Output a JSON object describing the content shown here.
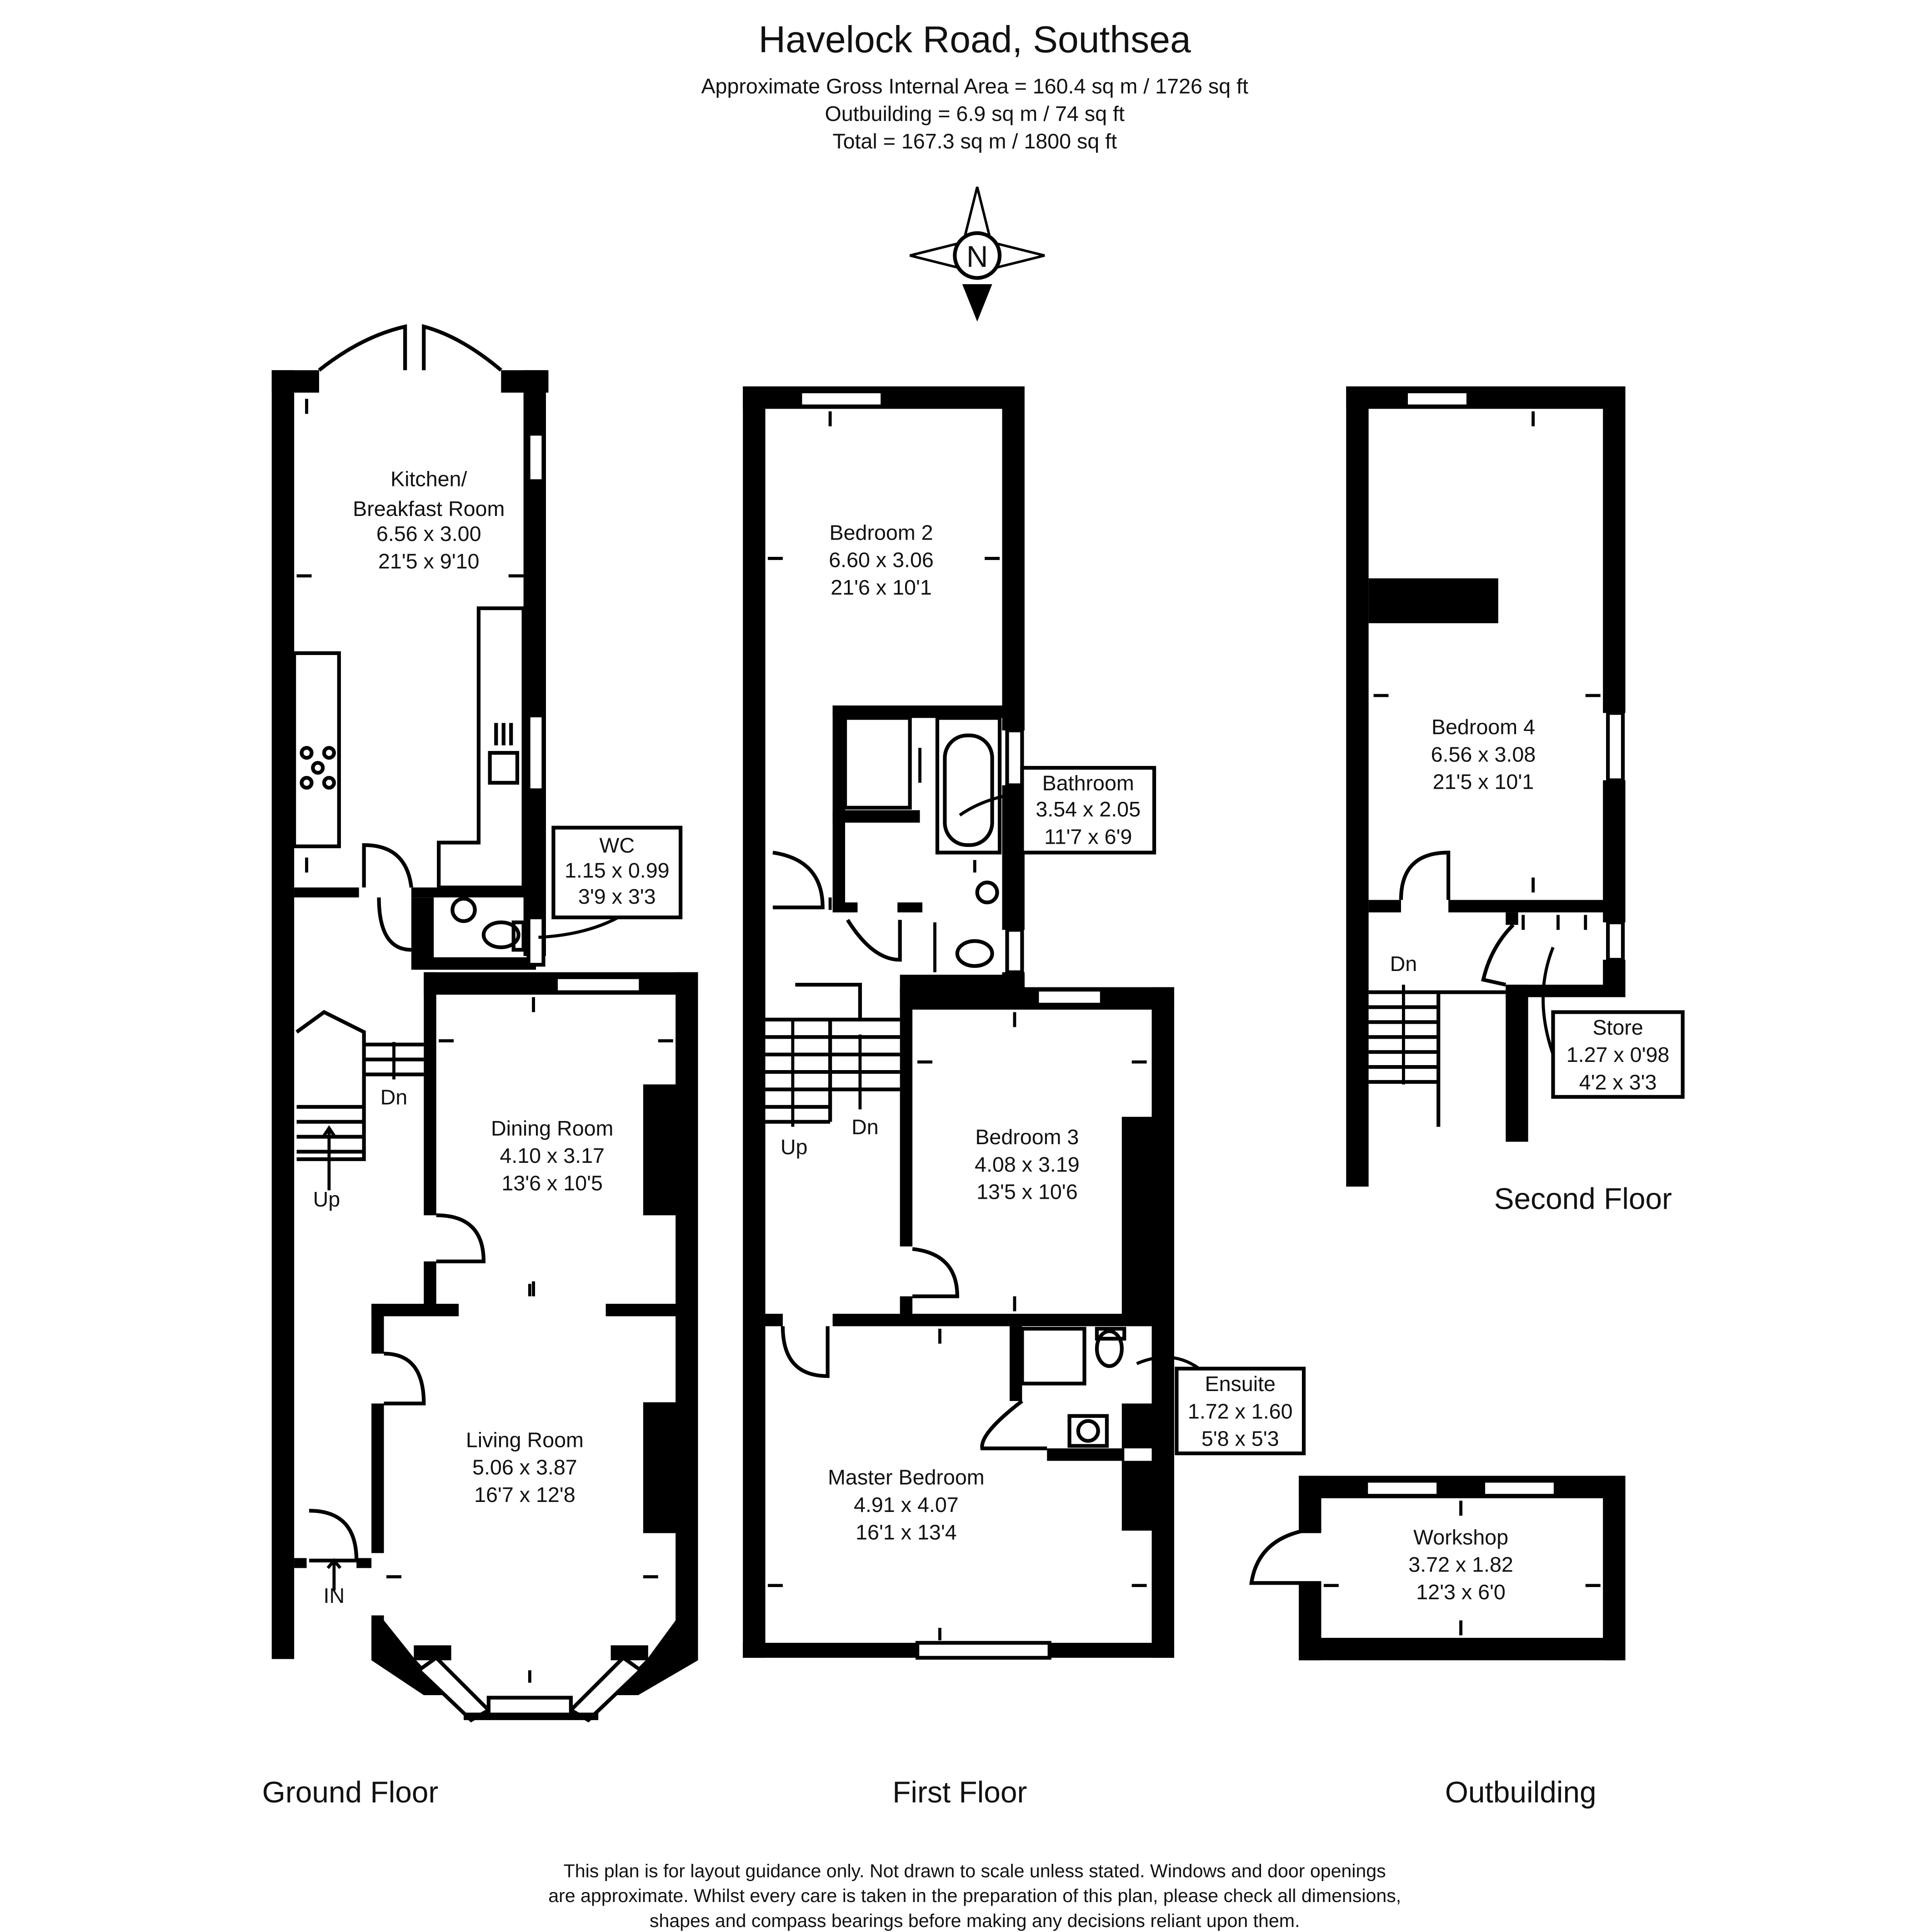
{
  "header": {
    "title": "Havelock Road, Southsea",
    "area_gross": "Approximate Gross Internal Area = 160.4 sq m / 1726 sq ft",
    "area_outbuilding": "Outbuilding = 6.9 sq m / 74 sq ft",
    "area_total": "Total = 167.3 sq m / 1800 sq ft"
  },
  "compass": {
    "letter": "N"
  },
  "floors": {
    "ground": "Ground Floor",
    "first": "First Floor",
    "second": "Second Floor",
    "outbuilding": "Outbuilding"
  },
  "rooms": {
    "kitchen": {
      "name1": "Kitchen/",
      "name2": "Breakfast Room",
      "metric": "6.56 x 3.00",
      "imperial": "21'5 x 9'10"
    },
    "wc": {
      "name": "WC",
      "metric": "1.15 x 0.99",
      "imperial": "3'9 x 3'3"
    },
    "dining": {
      "name": "Dining Room",
      "metric": "4.10 x 3.17",
      "imperial": "13'6 x 10'5"
    },
    "living": {
      "name": "Living Room",
      "metric": "5.06 x 3.87",
      "imperial": "16'7 x 12'8"
    },
    "bedroom2": {
      "name": "Bedroom 2",
      "metric": "6.60 x 3.06",
      "imperial": "21'6 x 10'1"
    },
    "bathroom": {
      "name": "Bathroom",
      "metric": "3.54 x 2.05",
      "imperial": "11'7 x 6'9"
    },
    "bedroom3": {
      "name": "Bedroom 3",
      "metric": "4.08 x 3.19",
      "imperial": "13'5 x 10'6"
    },
    "master": {
      "name": "Master Bedroom",
      "metric": "4.91 x 4.07",
      "imperial": "16'1 x 13'4"
    },
    "ensuite": {
      "name": "Ensuite",
      "metric": "1.72 x 1.60",
      "imperial": "5'8 x 5'3"
    },
    "bedroom4": {
      "name": "Bedroom 4",
      "metric": "6.56 x 3.08",
      "imperial": "21'5 x 10'1"
    },
    "store": {
      "name": "Store",
      "metric": "1.27 x 0'98",
      "imperial": "4'2 x 3'3"
    },
    "workshop": {
      "name": "Workshop",
      "metric": "3.72 x 1.82",
      "imperial": "12'3 x 6'0"
    }
  },
  "stairs": {
    "ground_up": "Up",
    "ground_dn": "Dn",
    "first_up": "Up",
    "first_dn": "Dn",
    "second_dn": "Dn",
    "entrance": "IN"
  },
  "disclaimer": {
    "line1": "This plan is for layout guidance only. Not drawn to scale unless stated. Windows and door openings",
    "line2": "are approximate. Whilst every care is taken in the preparation of this plan, please check all dimensions,",
    "line3": "shapes and compass bearings before making any decisions reliant upon them."
  }
}
